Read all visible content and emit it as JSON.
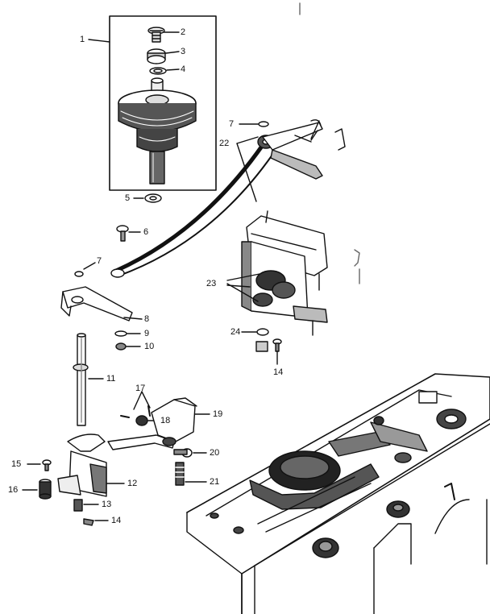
{
  "colors": {
    "ink": "#111111",
    "paper": "#ffffff",
    "shade": "#3a3a3a"
  },
  "callouts": {
    "c1": "1",
    "c2": "2",
    "c3": "3",
    "c4": "4",
    "c5": "5",
    "c6": "6",
    "c7a": "7",
    "c7b": "7",
    "c8": "8",
    "c9": "9",
    "c10": "10",
    "c11": "11",
    "c12": "12",
    "c13": "13",
    "c14a": "14",
    "c14b": "14",
    "c15": "15",
    "c16": "16",
    "c17": "17",
    "c18": "18",
    "c19": "19",
    "c20": "20",
    "c21": "21",
    "c22": "22",
    "c23": "23",
    "c24": "24"
  },
  "icons": [
    "exploded-parts-diagram",
    "sewing-machine-base"
  ]
}
